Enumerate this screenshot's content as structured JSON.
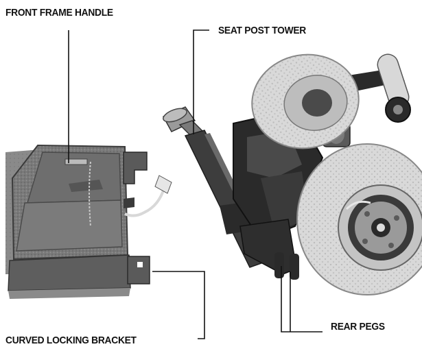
{
  "labels": {
    "front_frame_handle": "FRONT FRAME HANDLE",
    "seat_post_tower": "SEAT POST TOWER",
    "rear_pegs": "REAR PEGS",
    "curved_locking_bracket": "CURVED LOCKING BRACKET"
  },
  "colors": {
    "text": "#111111",
    "leader_line": "#111111",
    "tire": "#d6d6d6",
    "frame_dark": "#2a2a2a",
    "frame_mid": "#6a6a6a"
  }
}
